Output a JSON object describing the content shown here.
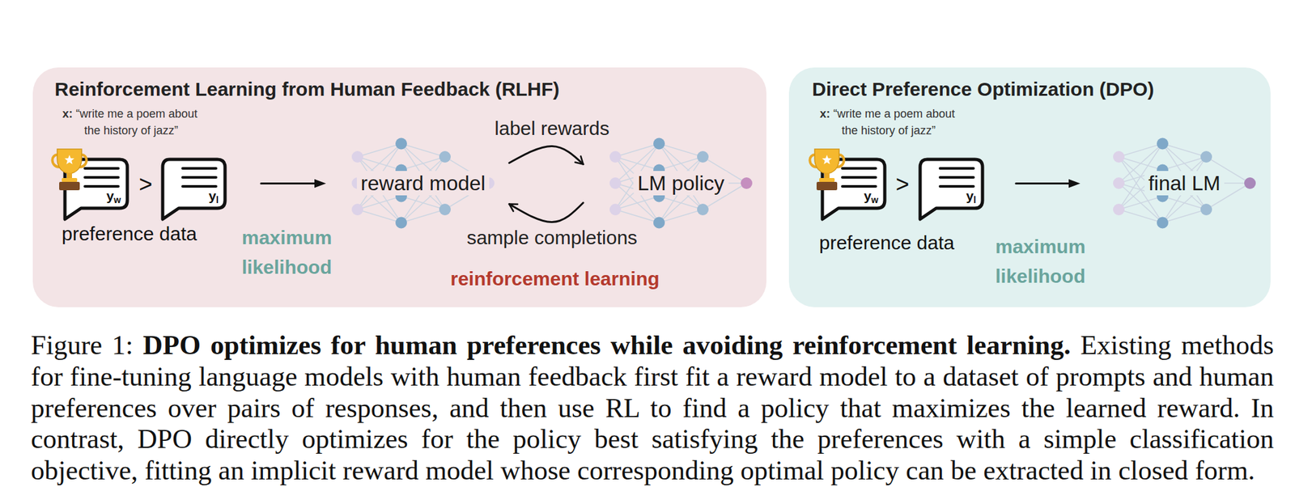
{
  "diagram": {
    "caption": "Figure 1: DPO optimizes for human preferences while avoiding reinforcement learning. Existing methods for fine-tuning language models with human feedback first fit a reward model to a dataset of prompts and human preferences over pairs of responses, and then use RL to find a policy that maximizes the learned reward. In contrast, DPO directly optimizes for the policy best satisfying the preferences with a simple classification objective, fitting an implicit reward model whose corresponding optimal policy can be extracted in closed form.",
    "nodes": [
      {
        "text": [
          "Reinforcement Learning from Human Feedback (RLHF)"
        ]
      },
      {
        "text": [
          "preference data"
        ],
        "in": 0
      },
      {
        "text": [
          "yw"
        ],
        "in": 1
      },
      {
        "text": [
          "yl"
        ],
        "in": 1
      },
      {
        "text": [
          "reward model"
        ],
        "in": 0
      },
      {
        "text": [
          "LM policy"
        ],
        "in": 0
      },
      {
        "text": [
          "Direct Preference Optimization (DPO)"
        ]
      },
      {
        "text": [
          "preference data"
        ],
        "in": 6
      },
      {
        "text": [
          "yw"
        ],
        "in": 7
      },
      {
        "text": [
          "yl"
        ],
        "in": 7
      },
      {
        "text": [
          "final LM"
        ],
        "in": 6
      }
    ],
    "edges": [
      {
        "from": 1,
        "to": 4,
        "arrow": "to",
        "label": "maximum likelihood"
      },
      {
        "from": 4,
        "to": 5,
        "arrow": "to",
        "label": "label rewards"
      },
      {
        "from": 5,
        "to": 4,
        "arrow": "to",
        "label": "sample completions"
      },
      {
        "from": 7,
        "to": 10,
        "arrow": "to",
        "label": "maximum likelihood"
      }
    ],
    "labels": [
      "x: “write me a poem about the history of jazz”",
      ">",
      "reinforcement learning",
      "x: “write me a poem about the history of jazz”",
      ">"
    ]
  }
}
